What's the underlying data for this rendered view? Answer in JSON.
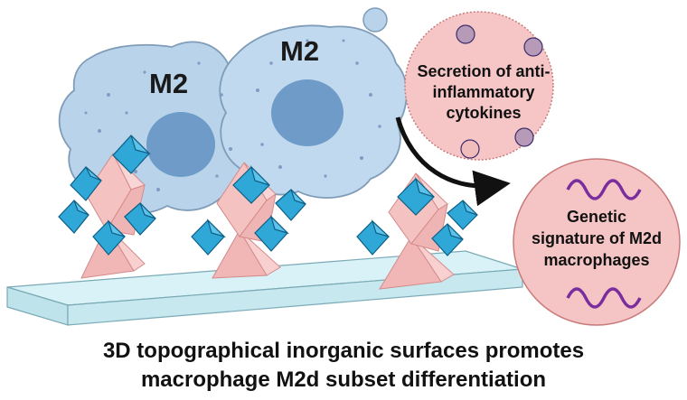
{
  "cells": [
    {
      "label": "M2"
    },
    {
      "label": "M2"
    }
  ],
  "secretion_bubble": {
    "lines": [
      "Secretion of anti-",
      "inflammatory",
      "cytokines"
    ]
  },
  "genetic_bubble": {
    "lines": [
      "Genetic",
      "signature of M2d",
      "macrophages"
    ]
  },
  "caption": {
    "line1": "3D topographical inorganic surfaces promotes",
    "line2": "macrophage M2d subset differentiation"
  },
  "colors": {
    "cell_fill": "#b9d3ea",
    "cell_outline": "#7f9cb8",
    "nucleus": "#6f9bc9",
    "pyramid": "#f5c2c2",
    "octahedron": "#2fa8d8",
    "substrate": "#cfeef4",
    "bubble": "#f5c4c4",
    "wave": "#7a2e9e"
  }
}
